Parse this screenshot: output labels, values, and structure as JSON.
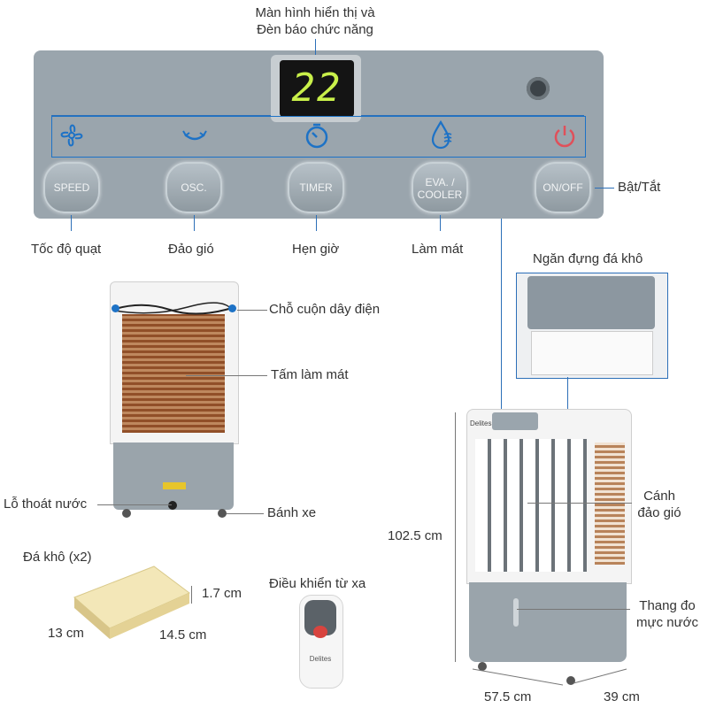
{
  "panel": {
    "display_value": "22",
    "buttons": [
      {
        "label": "SPEED"
      },
      {
        "label": "OSC."
      },
      {
        "label": "TIMER"
      },
      {
        "label": "EVA. / COOLER"
      },
      {
        "label": "ON/OFF"
      }
    ]
  },
  "labels": {
    "display_line1": "Màn hình hiển thị và",
    "display_line2": "Đèn báo chức năng",
    "power": "Bật/Tắt",
    "speed": "Tốc độ quạt",
    "swing": "Đảo gió",
    "timer": "Hẹn giờ",
    "cooling": "Làm mát",
    "ice_compartment": "Ngăn đựng đá khô",
    "cord_holder": "Chỗ cuộn dây điện",
    "cooling_pad": "Tấm làm mát",
    "drain_hole": "Lỗ thoát nước",
    "wheels": "Bánh xe",
    "louver_line1": "Cánh",
    "louver_line2": "đảo gió",
    "height": "102.5 cm",
    "ice_packs": "Đá khô (x2)",
    "ice_thickness": "1.7 cm",
    "ice_width": "13 cm",
    "ice_length": "14.5 cm",
    "remote": "Điều khiển từ xa",
    "water_gauge_line1": "Thang đo",
    "water_gauge_line2": "mực nước",
    "width": "57.5 cm",
    "depth": "39 cm"
  },
  "brand": "Delites",
  "colors": {
    "accent": "#1d72c6",
    "panel": "#9aa5ad",
    "digits": "#c9f04a",
    "power_icon": "#e0505a"
  }
}
